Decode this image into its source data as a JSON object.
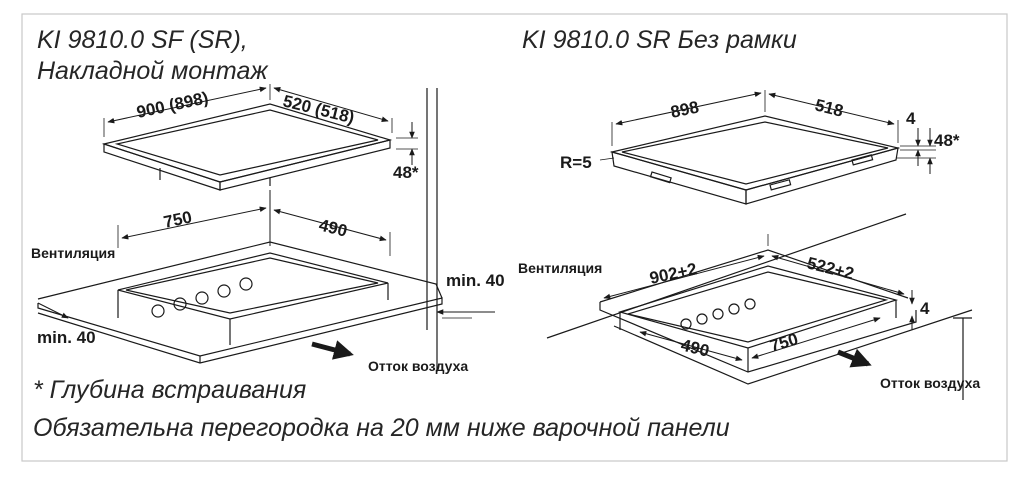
{
  "titles": {
    "left_line1": "KI 9810.0 SF (SR),",
    "left_line2": "Накладной монтаж",
    "right": "KI 9810.0 SR Без рамки"
  },
  "left_diagram": {
    "width_label": "900 (898)",
    "depth_label": "520 (518)",
    "height_label": "48*",
    "cutout_width_label": "750",
    "cutout_depth_label": "490",
    "ventilation_label": "Вентиляция",
    "min_right_label": "min. 40",
    "min_left_label": "min. 40",
    "airflow_label": "Отток воздуха"
  },
  "right_diagram": {
    "width_label": "898",
    "depth_label": "518",
    "thickness_label": "4",
    "height_label": "48*",
    "radius_label": "R=5",
    "cutout_width_label": "902+2",
    "cutout_depth_label": "522+2",
    "ventilation_label": "Вентиляция",
    "recess_label": "4",
    "inner_depth_label": "490",
    "inner_width_label": "750",
    "airflow_label": "Отток воздуха"
  },
  "notes": {
    "depth_note": "* Глубина встраивания",
    "partition_note": "Обязательна перегородка на 20 мм ниже варочной панели"
  },
  "colors": {
    "border": "#c8c8c8",
    "line": "#1a1a1a",
    "text": "#262626"
  }
}
